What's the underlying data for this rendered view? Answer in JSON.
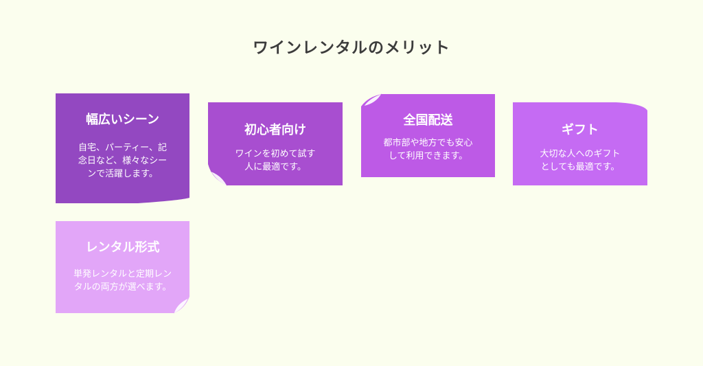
{
  "title": "ワインレンタルのメリット",
  "colors": {
    "background": "#fbfeee",
    "card1": "#9348c1",
    "card2": "#a84ed0",
    "card3": "#bd5ae6",
    "card4": "#c56bf3",
    "card5": "#e2a6f8"
  },
  "cards": [
    {
      "heading": "幅広いシーン",
      "description": "自宅、パーティー、記\n念日など、様々なシー\nンで活躍します。"
    },
    {
      "heading": "初心者向け",
      "description": "ワインを初めて試す\n人に最適です。"
    },
    {
      "heading": "全国配送",
      "description": "都市部や地方でも安心\nして利用できます。"
    },
    {
      "heading": "ギフト",
      "description": "大切な人へのギフト\nとしても最適です。"
    },
    {
      "heading": "レンタル形式",
      "description": "単発レンタルと定期レン\nタルの両方が選べます。"
    }
  ]
}
